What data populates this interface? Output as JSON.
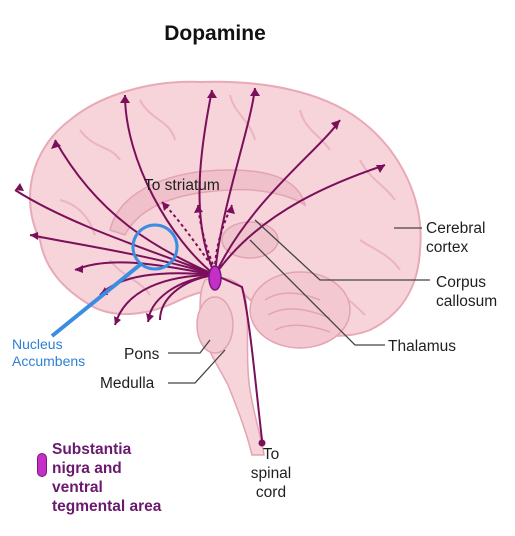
{
  "title": "Dopamine",
  "labels": {
    "to_striatum": "To striatum",
    "cerebral_cortex_1": "Cerebral",
    "cerebral_cortex_2": "cortex",
    "corpus_callosum_1": "Corpus",
    "corpus_callosum_2": "callosum",
    "thalamus": "Thalamus",
    "pons": "Pons",
    "medulla": "Medulla",
    "nucleus_accumbens_1": "Nucleus",
    "nucleus_accumbens_2": "Accumbens",
    "spinal_cord_1": "To",
    "spinal_cord_2": "spinal",
    "spinal_cord_3": "cord"
  },
  "legend": {
    "line1": "Substantia",
    "line2": "nigra and",
    "line3": "ventral",
    "line4": "tegmental area"
  },
  "colors": {
    "brain_fill": "#f7d3da",
    "brain_stroke": "#e8aab6",
    "pathway": "#7a0f5a",
    "highlight": "#3a8de0",
    "sn_vta": "#c42fc8"
  }
}
